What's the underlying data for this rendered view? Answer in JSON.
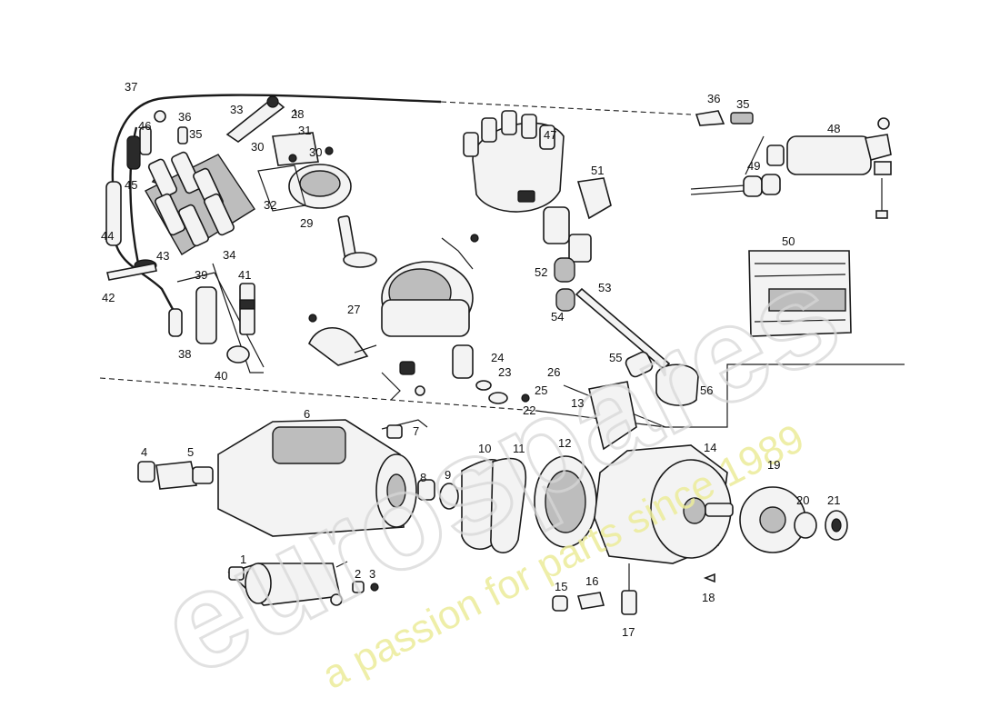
{
  "watermark": {
    "brand": "eurospares",
    "tagline": "a passion for parts since 1989",
    "brand_color": "#d7d7d7",
    "tagline_color": "#ecec9a"
  },
  "callouts": [
    {
      "id": "c1",
      "text": "1"
    },
    {
      "id": "c2",
      "text": "2"
    },
    {
      "id": "c3",
      "text": "3"
    },
    {
      "id": "c4",
      "text": "4"
    },
    {
      "id": "c5",
      "text": "5"
    },
    {
      "id": "c6",
      "text": "6"
    },
    {
      "id": "c7",
      "text": "7"
    },
    {
      "id": "c8",
      "text": "8"
    },
    {
      "id": "c9",
      "text": "9"
    },
    {
      "id": "c10",
      "text": "10"
    },
    {
      "id": "c11",
      "text": "11"
    },
    {
      "id": "c12",
      "text": "12"
    },
    {
      "id": "c13",
      "text": "13"
    },
    {
      "id": "c14",
      "text": "14"
    },
    {
      "id": "c15",
      "text": "15"
    },
    {
      "id": "c16",
      "text": "16"
    },
    {
      "id": "c17",
      "text": "17"
    },
    {
      "id": "c18",
      "text": "18"
    },
    {
      "id": "c19",
      "text": "19"
    },
    {
      "id": "c20",
      "text": "20"
    },
    {
      "id": "c21",
      "text": "21"
    },
    {
      "id": "c22",
      "text": "22"
    },
    {
      "id": "c23",
      "text": "23"
    },
    {
      "id": "c24",
      "text": "24"
    },
    {
      "id": "c25",
      "text": "25"
    },
    {
      "id": "c26",
      "text": "26"
    },
    {
      "id": "c27",
      "text": "27"
    },
    {
      "id": "c28",
      "text": "28"
    },
    {
      "id": "c29",
      "text": "29"
    },
    {
      "id": "c30a",
      "text": "30"
    },
    {
      "id": "c30b",
      "text": "30"
    },
    {
      "id": "c31",
      "text": "31"
    },
    {
      "id": "c32",
      "text": "32"
    },
    {
      "id": "c33",
      "text": "33"
    },
    {
      "id": "c34",
      "text": "34"
    },
    {
      "id": "c35a",
      "text": "35"
    },
    {
      "id": "c35b",
      "text": "35"
    },
    {
      "id": "c36a",
      "text": "36"
    },
    {
      "id": "c36b",
      "text": "36"
    },
    {
      "id": "c37",
      "text": "37"
    },
    {
      "id": "c38",
      "text": "38"
    },
    {
      "id": "c39",
      "text": "39"
    },
    {
      "id": "c40",
      "text": "40"
    },
    {
      "id": "c41",
      "text": "41"
    },
    {
      "id": "c42",
      "text": "42"
    },
    {
      "id": "c43",
      "text": "43"
    },
    {
      "id": "c44",
      "text": "44"
    },
    {
      "id": "c45",
      "text": "45"
    },
    {
      "id": "c46",
      "text": "46"
    },
    {
      "id": "c47",
      "text": "47"
    },
    {
      "id": "c48",
      "text": "48"
    },
    {
      "id": "c49",
      "text": "49"
    },
    {
      "id": "c50",
      "text": "50"
    },
    {
      "id": "c51",
      "text": "51"
    },
    {
      "id": "c52",
      "text": "52"
    },
    {
      "id": "c53",
      "text": "53"
    },
    {
      "id": "c54",
      "text": "54"
    },
    {
      "id": "c55",
      "text": "55"
    },
    {
      "id": "c56",
      "text": "56"
    }
  ]
}
